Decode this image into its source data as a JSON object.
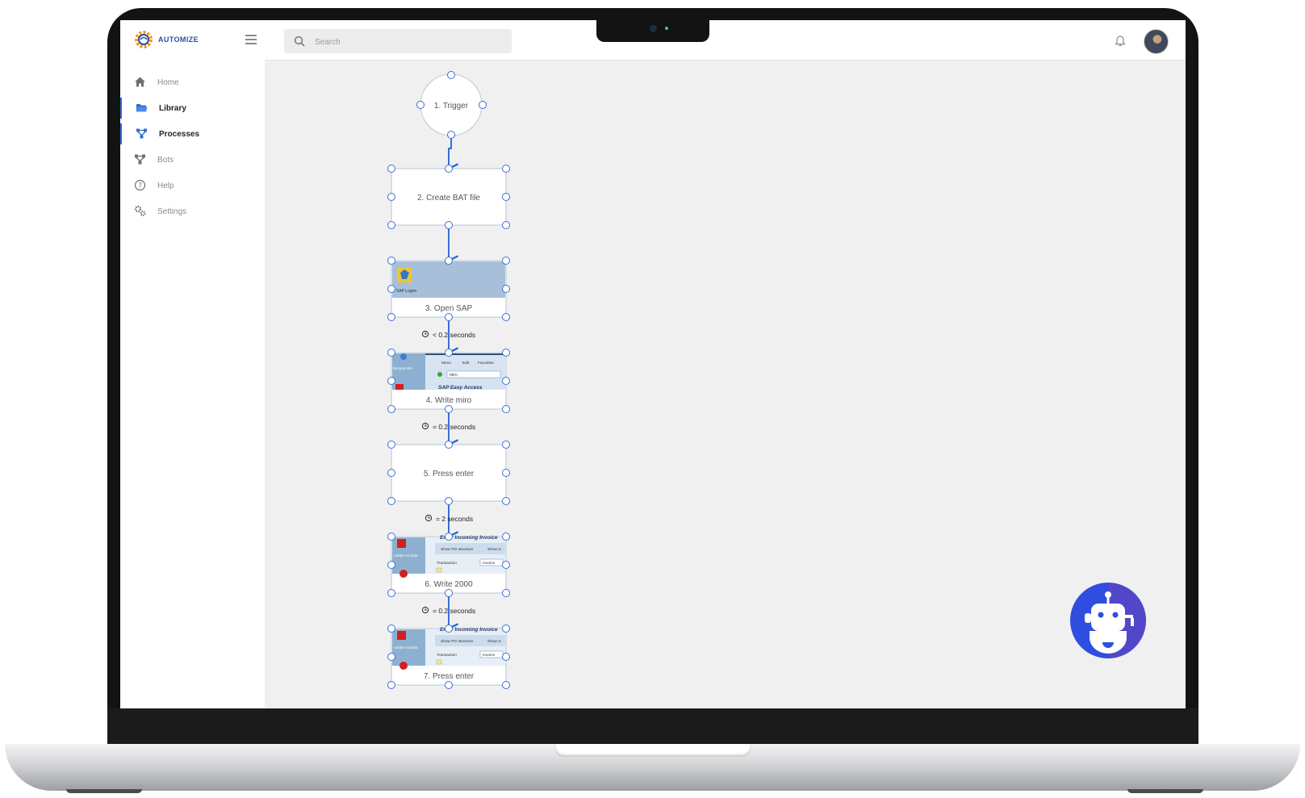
{
  "app": {
    "name": "AUTOMIZE"
  },
  "search": {
    "placeholder": "Search"
  },
  "sidebar": {
    "items": [
      {
        "label": "Home",
        "icon": "home-icon",
        "active": false
      },
      {
        "label": "Library",
        "icon": "folder-icon",
        "active": true
      },
      {
        "label": "Processes",
        "icon": "process-icon",
        "active": true
      },
      {
        "label": "Bots",
        "icon": "bots-icon",
        "active": false
      },
      {
        "label": "Help",
        "icon": "help-icon",
        "active": false
      },
      {
        "label": "Settings",
        "icon": "settings-icon",
        "active": false
      }
    ]
  },
  "flow": {
    "trigger": {
      "label": "1. Trigger"
    },
    "steps": [
      {
        "label": "2. Create BAT file",
        "thumbnail": null
      },
      {
        "label": "3. Open SAP",
        "thumbnail": "sap-logon",
        "thumb_text": "SAP Logon"
      },
      {
        "label": "4. Write miro",
        "thumbnail": "sap-easy-access",
        "thumb_text": [
          "Recycle Bin",
          "Menu",
          "Edit",
          "Favorites",
          "miro",
          "SAP Easy Access"
        ]
      },
      {
        "label": "5. Press enter",
        "thumbnail": null
      },
      {
        "label": "6. Write 2000",
        "thumbnail": "incoming-invoice",
        "thumb_text": [
          "Enter Incoming Invoice",
          "Show PO structure",
          "Show w",
          "Transaction",
          "Invoice",
          "Adobe Acrobat"
        ]
      },
      {
        "label": "7. Press enter",
        "thumbnail": "incoming-invoice",
        "thumb_text": [
          "Enter Incoming Invoice",
          "Show PO structure",
          "Show w",
          "Transaction",
          "Invoice",
          "Adobe Acrobat"
        ]
      }
    ],
    "delays": [
      {
        "after_step": "3. Open SAP",
        "text": "< 0.2 seconds"
      },
      {
        "after_step": "4. Write miro",
        "text": "= 0.2 seconds"
      },
      {
        "after_step": "5. Press enter",
        "text": "= 2 seconds"
      },
      {
        "after_step": "6. Write 2000",
        "text": "= 0.2 seconds"
      }
    ]
  },
  "colors": {
    "accent": "#2f6fd0",
    "connector": "#1f63d6",
    "handle": "#3a6fd8",
    "bot": "#2f4ee0",
    "thumb_bg": "#a7bfd8"
  }
}
